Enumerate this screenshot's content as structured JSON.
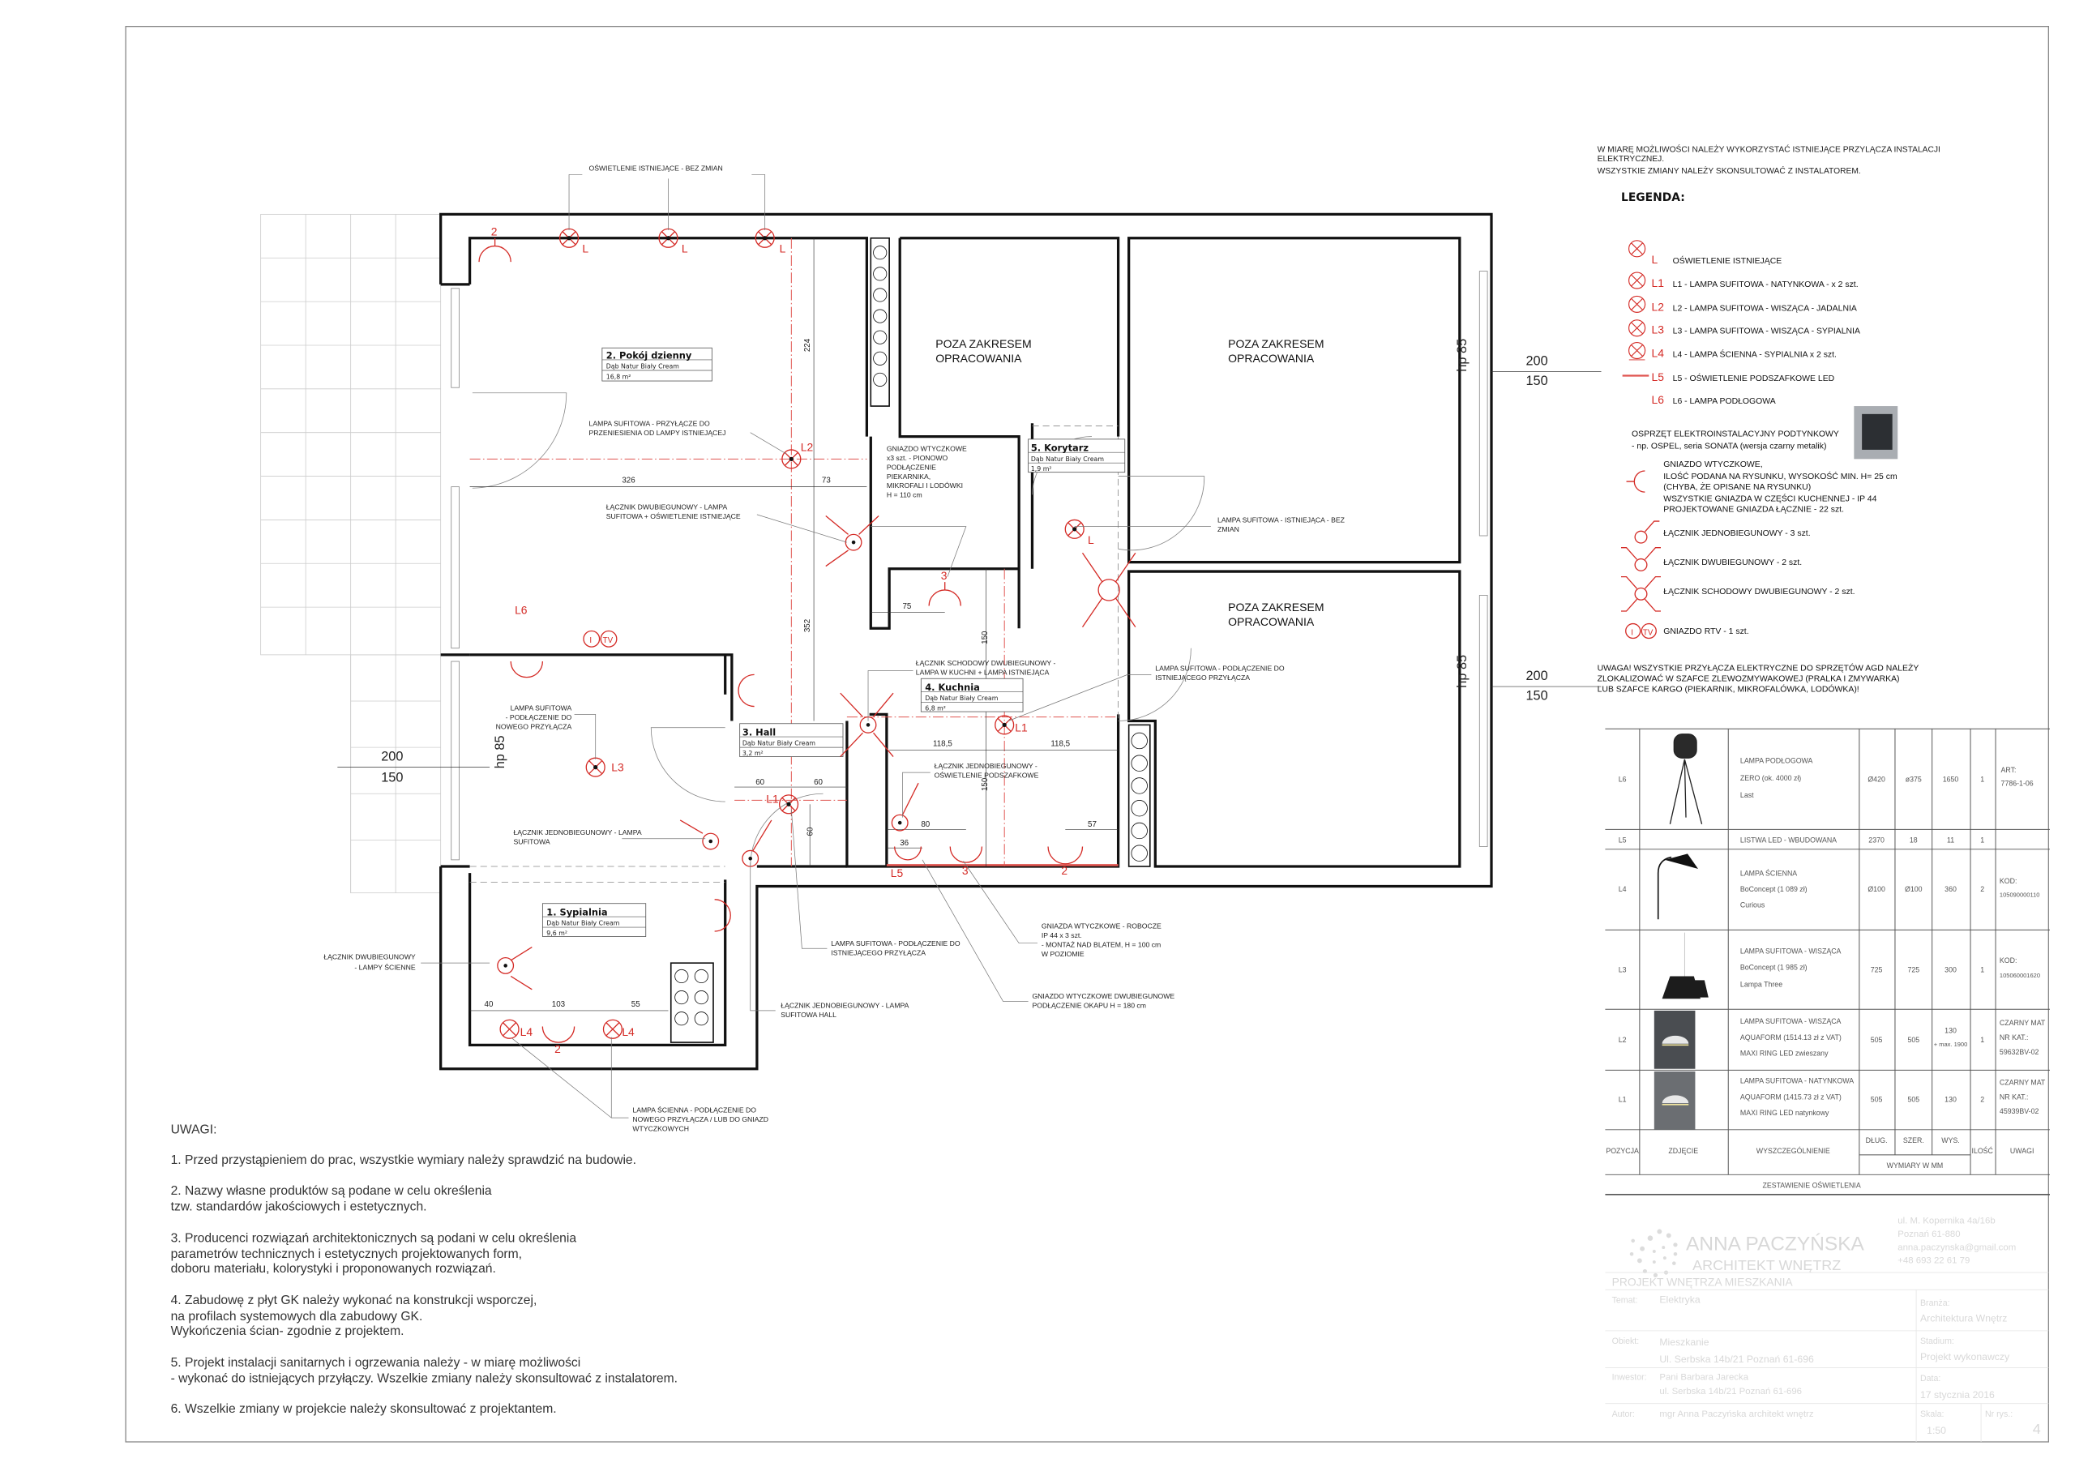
{
  "header_note": [
    "W MIARĘ MOŻLIWOŚCI NALEŻY WYKORZYSTAĆ ISTNIEJĄCE PRZYLĄCZA INSTALACJI",
    "ELEKTRYCZNEJ.",
    "WSZYSTKIE ZMIANY NALEŻY SKONSULTOWAĆ Z INSTALATOREM."
  ],
  "legend": {
    "title": "LEGENDA:",
    "items": [
      {
        "code": "L",
        "label": "OŚWIETLENIE ISTNIEJĄCE",
        "icon": "lamp-x-icon"
      },
      {
        "code": "L1",
        "label": "L1 - LAMPA SUFITOWA - NATYNKOWA - x 2 szt.",
        "icon": "lamp-x-icon"
      },
      {
        "code": "L2",
        "label": "L2 - LAMPA SUFITOWA - WISZĄCA - JADALNIA",
        "icon": "lamp-x-icon"
      },
      {
        "code": "L3",
        "label": "L3 - LAMPA SUFITOWA - WISZĄCA - SYPIALNIA",
        "icon": "lamp-x-icon"
      },
      {
        "code": "L4",
        "label": "L4 - LAMPA ŚCIENNA - SYPIALNIA x 2 szt.",
        "icon": "wall-lamp-icon"
      },
      {
        "code": "L5",
        "label": "L5 - OŚWIETLENIE PODSZAFKOWE LED",
        "icon": "led-strip-icon"
      },
      {
        "code": "L6",
        "label": "L6 - LAMPA PODŁOGOWA",
        "icon": ""
      }
    ],
    "ospel": [
      "OSPRZĘT ELEKTROINSTALACYJNY PODTYNKOWY",
      "- np. OSPEL, seria SONATA (wersja czarny metalik)"
    ],
    "socket": [
      "GNIAZDO WTYCZKOWE,",
      "ILOŚĆ PODANA NA RYSUNKU, WYSOKOŚĆ MIN. H= 25 cm",
      "(CHYBA, ŻE OPISANE NA RYSUNKU)",
      "WSZYSTKIE GNIAZDA W CZĘŚCI KUCHENNEJ - IP 44",
      "PROJEKTOWANE GNIAZDA ŁĄCZNIE - 22 szt."
    ],
    "switch_single": "ŁĄCZNIK JEDNOBIEGUNOWY - 3 szt.",
    "switch_double": "ŁĄCZNIK DWUBIEGUNOWY - 2 szt.",
    "switch_stair": "ŁĄCZNIK SCHODOWY DWUBIEGUNOWY - 2 szt.",
    "rtv": {
      "i": "I",
      "tv": "TV",
      "label": "GNIAZDO RTV - 1 szt."
    }
  },
  "uwaga_agd": [
    "UWAGA! WSZYSTKIE PRZYŁĄCZA ELEKTRYCZNE DO SPRZĘTÓW AGD NALEŻY",
    "ZLOKALIZOWAĆ W  SZAFCE ZLEWOZMYWAKOWEJ (PRALKA I ZMYWARKA)",
    "LUB SZAFCE KARGO (PIEKARNIK, MIKROFALÓWKA, LODÓWKA)!"
  ],
  "table": {
    "rows": [
      {
        "pos": "L6",
        "desc": [
          "LAMPA PODŁOGOWA",
          "ZERO (ok. 4000 zł)",
          "Last"
        ],
        "dl": "Ø420",
        "szer": "ø375",
        "wys": [
          "1650"
        ],
        "qty": "1",
        "notes": [
          "ART:",
          "7786-1-06"
        ]
      },
      {
        "pos": "L5",
        "desc": [
          "LISTWA LED - WBUDOWANA"
        ],
        "dl": "2370",
        "szer": "18",
        "wys": [
          "11"
        ],
        "qty": "1",
        "notes": []
      },
      {
        "pos": "L4",
        "desc": [
          "LAMPA ŚCIENNA",
          "BoConcept (1 089 zł)",
          "Curious"
        ],
        "dl": "Ø100",
        "szer": "Ø100",
        "wys": [
          "360"
        ],
        "qty": "2",
        "notes": [
          "KOD:",
          "105090000110"
        ]
      },
      {
        "pos": "L3",
        "desc": [
          "LAMPA SUFITOWA - WISZĄCA",
          "BoConcept (1 985 zł)",
          "Lampa Three"
        ],
        "dl": "725",
        "szer": "725",
        "wys": [
          "300"
        ],
        "qty": "1",
        "notes": [
          "KOD:",
          "105060001620"
        ]
      },
      {
        "pos": "L2",
        "desc": [
          "LAMPA SUFITOWA - WISZĄCA",
          "AQUAFORM (1514.13 zł z VAT)",
          "MAXI RING LED zwieszany"
        ],
        "dl": "505",
        "szer": "505",
        "wys": [
          "130",
          "+ max. 1900"
        ],
        "qty": "1",
        "notes": [
          "CZARNY MAT",
          "NR KAT.:",
          "59632BV-02"
        ]
      },
      {
        "pos": "L1",
        "desc": [
          "LAMPA SUFITOWA - NATYNKOWA",
          "AQUAFORM (1415.73 zł z VAT)",
          "MAXI RING LED natynkowy"
        ],
        "dl": "505",
        "szer": "505",
        "wys": [
          "130"
        ],
        "qty": "2",
        "notes": [
          "CZARNY MAT",
          "NR KAT.:",
          "45939BV-02"
        ]
      }
    ],
    "headers": {
      "pos": "POZYCJA",
      "photo": "ZDJĘCIE",
      "desc": "WYSZCZEGÓLNIENIE",
      "dl": "DŁUG.",
      "szer": "SZER.",
      "wys": "WYS.",
      "dims": "WYMIARY W MM",
      "qty": "ILOŚĆ",
      "notes": "UWAGI"
    },
    "footer": "ZESTAWIENIE OŚWIETLENIA"
  },
  "title_block": {
    "logo_name": "ANNA PACZYŃSKA",
    "logo_sub": "ARCHITEKT WNĘTRZ",
    "address": [
      "ul. M. Kopernika 4a/16b",
      "Poznań 61-880",
      "anna.paczynska@gmail.com",
      "+48 693 22 61 79"
    ],
    "project": "PROJEKT WNĘTRZA MIESZKANIA",
    "temat_label": "Temat:",
    "temat": "Elektryka",
    "branza_label": "Branża:",
    "branza": "Architektura Wnętrz",
    "obiekt_label": "Obiekt:",
    "obiekt": [
      "Mieszkanie",
      "Ul. Serbska 14b/21 Poznań 61-696"
    ],
    "stadium_label": "Stadium:",
    "stadium": "Projekt wykonawczy",
    "inwestor_label": "Inwestor:",
    "inwestor": [
      "Pani Barbara Jarecka",
      "ul. Serbska 14b/21 Poznań 61-696"
    ],
    "data_label": "Data:",
    "data": "17 stycznia 2016",
    "autor_label": "Autor:",
    "autor": "mgr Anna  Paczyńska architekt wnętrz",
    "skala_label": "Skala:",
    "skala": "1:50",
    "nr_label": "Nr rys.:",
    "nr": "4"
  },
  "notes": {
    "title": "UWAGI:",
    "lines": [
      "1. Przed przystąpieniem do prac, wszystkie wymiary należy sprawdzić na budowie.",
      "2. Nazwy własne produktów są podane w celu określenia",
      "tzw. standardów jakościowych i estetycznych.",
      "3. Producenci rozwiązań architektonicznych są podani w celu określenia",
      "parametrów technicznych i estetycznych projektowanych form,",
      "doboru materiału, kolorystyki i proponowanych rozwiązań.",
      "4. Zabudowę z płyt GK należy wykonać na konstrukcji wsporczej,",
      "na profilach systemowych dla zabudowy GK.",
      "Wykończenia ścian- zgodnie z projektem.",
      "5. Projekt instalacji sanitarnych i ogrzewania należy - w miarę możliwości",
      "- wykonać do istniejących przyłączy. Wszelkie zmiany należy skonsultować z instalatorem.",
      "6. Wszelkie zmiany w projekcie należy skonsultować z projektantem."
    ]
  },
  "plan": {
    "rooms": [
      {
        "name": "2. Pokój dzienny",
        "floor": "Dąb Natur Biały Cream",
        "area": "16,8 m²"
      },
      {
        "name": "5. Korytarz",
        "floor": "Dąb Natur Biały Cream",
        "area": "1,9 m²"
      },
      {
        "name": "4. Kuchnia",
        "floor": "Dąb Natur Biały Cream",
        "area": "6,8 m²"
      },
      {
        "name": "3. Hall",
        "floor": "Dąb Natur Biały Cream",
        "area": "3,2 m²"
      },
      {
        "name": "1. Sypialnia",
        "floor": "Dąb Natur Biały Cream",
        "area": "9,6 m²"
      }
    ],
    "out_of_scope": [
      "POZA ZAKRESEM",
      "OPRACOWANIA"
    ],
    "notes": {
      "existing": "OŚWIETLENIE ISTNIEJĄCE - BEZ ZMIAN",
      "l2": [
        "LAMPA SUFITOWA - PRZYŁĄCZE DO",
        "PRZENIESIENIA OD LAMPY ISTNIEJĄCEJ"
      ],
      "sw_living": [
        "ŁĄCZNIK DWUBIEGUNOWY - LAMPA",
        "SUFITOWA + OŚWIETLENIE ISTNIEJĄCE"
      ],
      "sockets_kitchen": [
        "GNIAZDO WTYCZKOWE",
        "x3 szt. - PIONOWO",
        "PODŁĄCZENIE",
        "PIEKARNIKA,",
        "MIKROFALI I LODÓWKI",
        "H = 110 cm"
      ],
      "corridor_lamp": [
        "LAMPA SUFITOWA - ISTNIEJĄCA - BEZ",
        "ZMIAN"
      ],
      "stair_switch": [
        "ŁĄCZNIK SCHODOWY DWUBIEGUNOWY -",
        "LAMPA W KUCHNI + LAMPA ISTNIEJĄCA"
      ],
      "kitchen_lamp": [
        "LAMPA SUFITOWA - PODŁĄCZENIE DO",
        "ISTNIEJĄCEGO PRZYŁĄCZA"
      ],
      "sw_undercab": [
        "ŁĄCZNIK JEDNOBIEGUNOWY -",
        "OŚWIETLENIE PODSZAFKOWE"
      ],
      "l3": [
        "LAMPA SUFITOWA",
        "- PODŁĄCZENIE DO",
        "NOWEGO PRZYŁĄCZA"
      ],
      "sw_bedroom": [
        "ŁĄCZNIK JEDNOBIEGUNOWY - LAMPA",
        "SUFITOWA"
      ],
      "sw_wall_lamps": [
        "ŁĄCZNIK DWUBIEGUNOWY",
        "- LAMPY ŚCIENNE"
      ],
      "hall_lamp": [
        "LAMPA SUFITOWA - PODŁĄCZENIE DO",
        "ISTNIEJĄCEGO PRZYŁĄCZA"
      ],
      "work_sockets": [
        "GNIAZDA WTYCZKOWE - ROBOCZE",
        " IP 44 x 3 szt.",
        "- MONTAŻ NAD BLATEM, H = 100 cm",
        "W POZIOMIE"
      ],
      "hood_socket": [
        "GNIAZDO WTYCZKOWE DWUBIEGUNOWE",
        "PODŁĄCZENIE OKAPU H = 180 cm"
      ],
      "sw_hall": [
        "ŁĄCZNIK JEDNOBIEGUNOWY - LAMPA",
        "SUFITOWA HALL"
      ],
      "wall_lamp": [
        "LAMPA ŚCIENNA - PODŁĄCZENIE DO",
        "NOWEGO PRZYŁĄCZA / LUB DO GNIAZD",
        "WTYCZKOWYCH"
      ]
    },
    "dims": {
      "d224": "224",
      "d326": "326",
      "d73": "73",
      "d352": "352",
      "d75": "75",
      "d150a": "150",
      "d118a": "118,5",
      "d118b": "118,5",
      "d150b": "150",
      "d60a": "60",
      "d60b": "60",
      "d60c": "60",
      "d80": "80",
      "d36": "36",
      "d57": "57",
      "d40": "40",
      "d103": "103",
      "d55": "55"
    },
    "windows": {
      "top": "200",
      "bottom": "150",
      "sill": "hp 85"
    },
    "labels": {
      "L": "L",
      "L1": "L1",
      "L2": "L2",
      "L3": "L3",
      "L4": "L4",
      "L5": "L5",
      "L6": "L6",
      "n2": "2",
      "n3": "3",
      "I": "I",
      "TV": "TV"
    }
  }
}
